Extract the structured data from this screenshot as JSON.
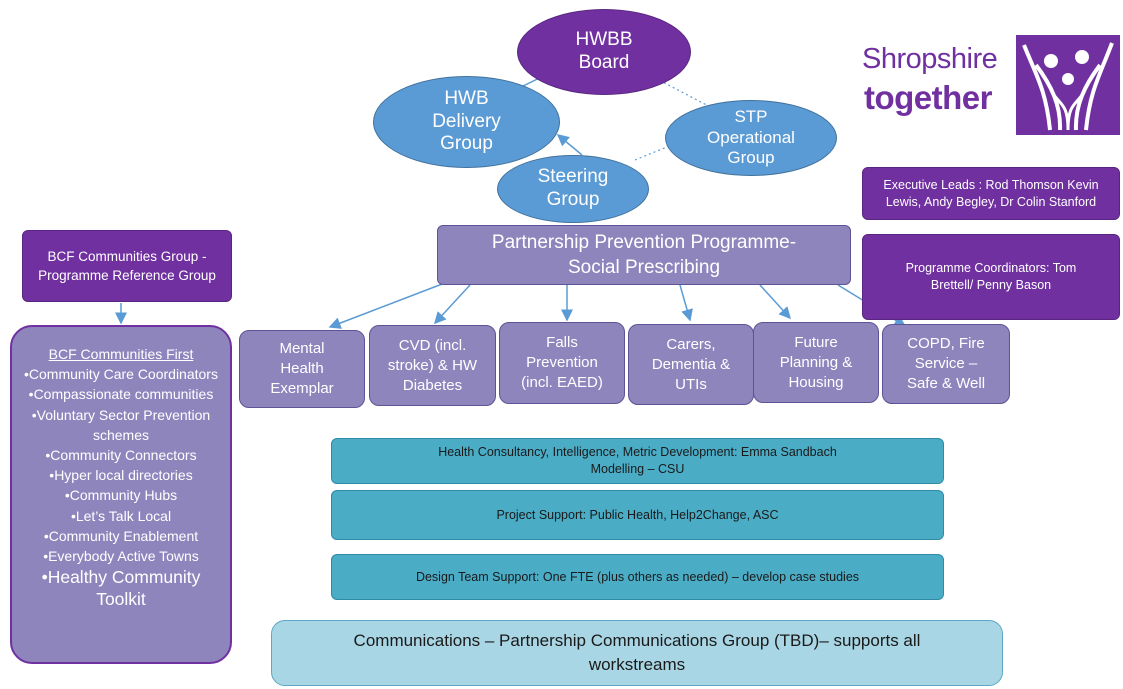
{
  "colors": {
    "blue_ellipse": "#5b9bd5",
    "purple": "#7030a0",
    "lavender": "#8e85bd",
    "teal": "#4bacc6",
    "light_blue": "#a9d6e5",
    "arrow": "#5b9bd5"
  },
  "ellipses": {
    "hwbb": "HWBB\nBoard",
    "hwb_delivery": "HWB\nDelivery\nGroup",
    "stp": "STP\nOperational\nGroup",
    "steering": "Steering\nGroup"
  },
  "logo": {
    "line1": "Shropshire",
    "line2": "together"
  },
  "right_panel": {
    "executive_leads": "Executive Leads : Rod Thomson Kevin Lewis, Andy Begley, Dr Colin Stanford",
    "programme_coordinators": "Programme Coordinators: Tom Brettell/ Penny Bason"
  },
  "left_panel": {
    "group_box": "BCF Communities Group - Programme Reference Group",
    "list_title": "BCF Communities First",
    "list_items": [
      "•Community Care Coordinators",
      "•Compassionate communities",
      "•Voluntary Sector Prevention schemes",
      "•Community Connectors",
      "•Hyper local directories",
      "•Community Hubs",
      "•Let’s Talk Local",
      "•Community Enablement",
      "•Everybody Active Towns"
    ],
    "list_last_item": "•Healthy Community Toolkit"
  },
  "programme": {
    "title": "Partnership Prevention Programme-\nSocial Prescribing"
  },
  "workstreams": [
    "Mental\nHealth\nExemplar",
    "CVD (incl.\nstroke) & HW\nDiabetes",
    "Falls\nPrevention\n(incl. EAED)",
    "Carers,\nDementia &\nUTIs",
    "Future\nPlanning &\nHousing",
    "COPD, Fire\nService –\nSafe & Well"
  ],
  "support": {
    "health_consultancy": "Health Consultancy, Intelligence, Metric Development:  Emma Sandbach\nModelling – CSU",
    "project_support": "Project Support: Public Health, Help2Change, ASC",
    "design_team": "Design Team Support:  One FTE (plus others as needed) – develop case studies",
    "communications": "Communications – Partnership Communications Group (TBD)– supports all\nworkstreams"
  }
}
